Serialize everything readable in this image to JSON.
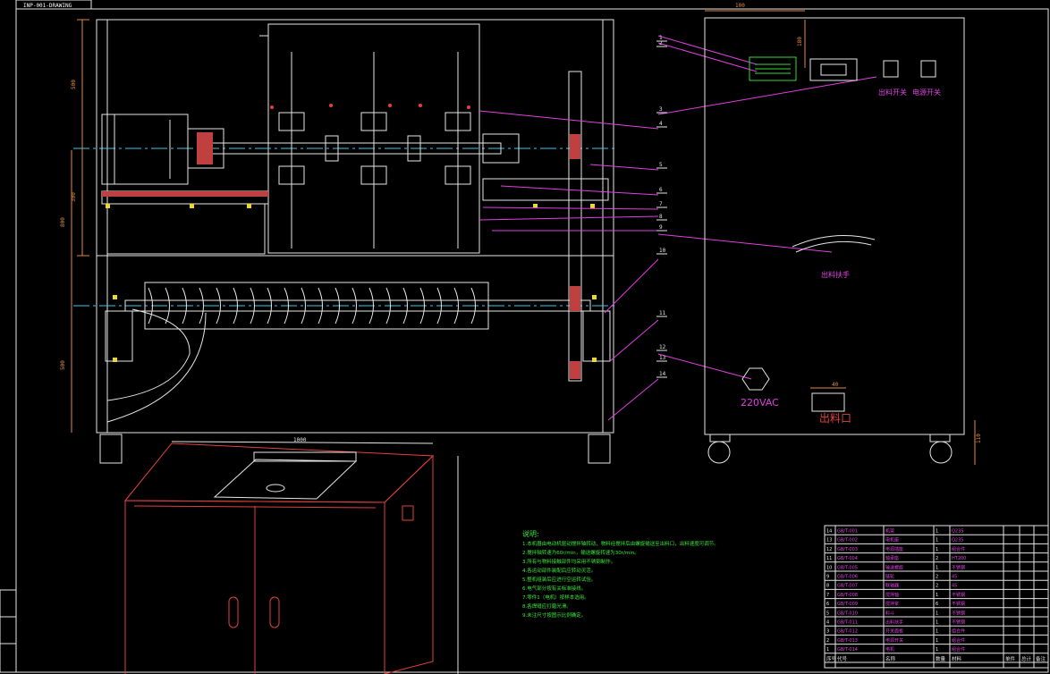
{
  "title_block_text": "INP-001-DRAWING",
  "labels": {
    "outlet_switch": "出料开关",
    "power_switch": "电源开关",
    "outlet_handle": "出料扶手",
    "voltage": "220VAC",
    "outlet_port": "出料口"
  },
  "callouts": [
    "1",
    "2",
    "3",
    "4",
    "5",
    "6",
    "7",
    "8",
    "9",
    "10",
    "11",
    "12",
    "13",
    "14"
  ],
  "dimensions": {
    "panel_width": "100",
    "panel_height": "180",
    "overall_length": "1000",
    "outlet_width": "40",
    "caster_height": "110"
  },
  "notes": {
    "heading": "说明:",
    "lines": [
      "1.本机器由电动机驱动搅拌轴转动，物料经搅拌后由螺旋输送至出料口，出料速度可调节。",
      "2.搅拌轴转速为60r/min，输送螺旋转速为30r/min。",
      "3.所有与物料接触部件均采用不锈钢制作。",
      "4.各运动部件装配后应转动灵活。",
      "5.整机组装后应进行空运转试验。",
      "6.电气部分按有关标准接线。",
      "7.零件1（电机）按样本选用。",
      "8.各焊缝应打磨光滑。",
      "9.未注尺寸按图示比例确定。"
    ]
  },
  "bom_header": [
    "序号",
    "代号",
    "名称",
    "数量",
    "材料",
    "单件",
    "总计",
    "备注"
  ],
  "bom_rows": [
    [
      "14",
      "GB/T-001",
      "机架",
      "1",
      "Q235",
      "",
      ""
    ],
    [
      "13",
      "GB/T-002",
      "电机座",
      "1",
      "Q235",
      "",
      ""
    ],
    [
      "12",
      "GB/T-003",
      "电源插座",
      "1",
      "组合件",
      "",
      ""
    ],
    [
      "11",
      "GB/T-004",
      "轴承座",
      "2",
      "HT200",
      "",
      ""
    ],
    [
      "10",
      "GB/T-005",
      "输送螺旋",
      "1",
      "不锈钢",
      "",
      ""
    ],
    [
      "9",
      "GB/T-006",
      "链轮",
      "2",
      "45",
      "",
      ""
    ],
    [
      "8",
      "GB/T-007",
      "联轴器",
      "2",
      "45",
      "",
      ""
    ],
    [
      "7",
      "GB/T-008",
      "搅拌轴",
      "1",
      "不锈钢",
      "",
      ""
    ],
    [
      "6",
      "GB/T-009",
      "搅拌桨",
      "6",
      "不锈钢",
      "",
      ""
    ],
    [
      "5",
      "GB/T-010",
      "料斗",
      "1",
      "不锈钢",
      "",
      ""
    ],
    [
      "4",
      "GB/T-011",
      "出料扶手",
      "1",
      "不锈钢",
      "",
      ""
    ],
    [
      "3",
      "GB/T-012",
      "开关面板",
      "1",
      "组合件",
      "",
      ""
    ],
    [
      "2",
      "GB/T-013",
      "电源开关",
      "1",
      "组合件",
      "",
      ""
    ],
    [
      "1",
      "GB/T-014",
      "电机",
      "1",
      "组合件",
      "",
      ""
    ]
  ]
}
